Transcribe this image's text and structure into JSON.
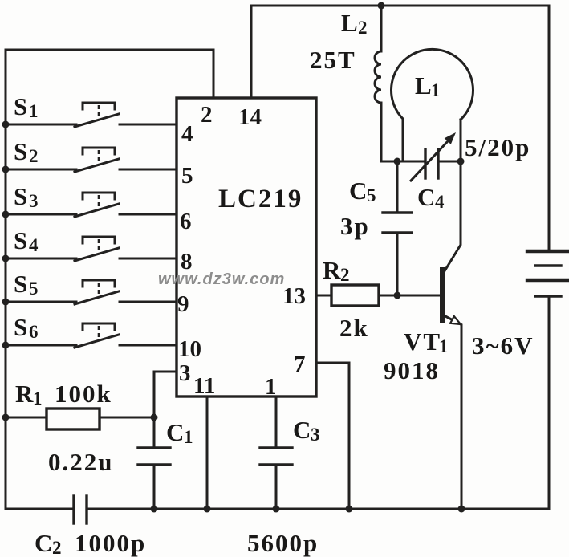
{
  "watermark": "www.dz3w.com",
  "ic": {
    "name": "LC219",
    "pins": {
      "p1": "1",
      "p2": "2",
      "p3": "3",
      "p4": "4",
      "p5": "5",
      "p6": "6",
      "p7": "7",
      "p8": "8",
      "p9": "9",
      "p10": "10",
      "p11": "11",
      "p13": "13",
      "p14": "14"
    }
  },
  "components": {
    "s1": {
      "letter": "S",
      "sub": "1"
    },
    "s2": {
      "letter": "S",
      "sub": "2"
    },
    "s3": {
      "letter": "S",
      "sub": "3"
    },
    "s4": {
      "letter": "S",
      "sub": "4"
    },
    "s5": {
      "letter": "S",
      "sub": "5"
    },
    "s6": {
      "letter": "S",
      "sub": "6"
    },
    "r1": {
      "letter": "R",
      "sub": "1",
      "value": "100k"
    },
    "r2": {
      "letter": "R",
      "sub": "2",
      "value": "2k"
    },
    "c1": {
      "letter": "C",
      "sub": "1",
      "value": "0.22u"
    },
    "c2": {
      "letter": "C",
      "sub": "2",
      "value": "1000p"
    },
    "c3": {
      "letter": "C",
      "sub": "3",
      "value": "5600p"
    },
    "c4": {
      "letter": "C",
      "sub": "4",
      "value": "5/20p"
    },
    "c5": {
      "letter": "C",
      "sub": "5",
      "value": "3p"
    },
    "l1": {
      "letter": "L",
      "sub": "1"
    },
    "l2": {
      "letter": "L",
      "sub": "2",
      "value": "25T"
    },
    "vt1": {
      "letter": "VT",
      "sub": "1",
      "value": "9018"
    }
  },
  "power": {
    "battery_voltage": "3~6V"
  }
}
